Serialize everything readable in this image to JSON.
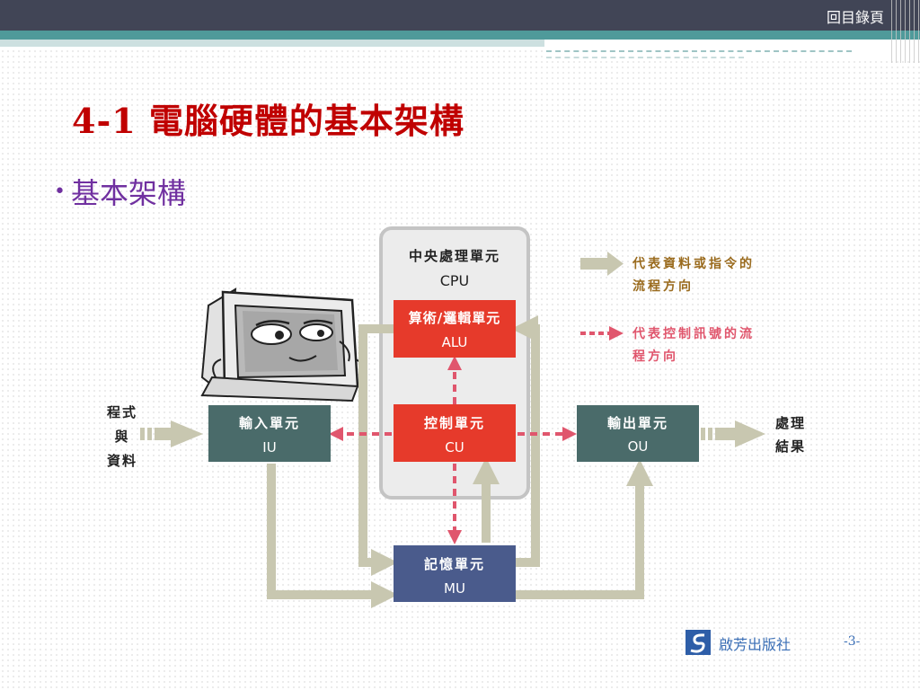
{
  "header": {
    "home_link": "回目錄頁"
  },
  "slide": {
    "title": "4-1 電腦硬體的基本架構",
    "bullet": "基本架構"
  },
  "diagram": {
    "cpu": {
      "label": "中央處理單元",
      "abbr": "CPU"
    },
    "alu": {
      "label": "算術/邏輯單元",
      "abbr": "ALU"
    },
    "cu": {
      "label": "控制單元",
      "abbr": "CU"
    },
    "iu": {
      "label": "輸入單元",
      "abbr": "IU"
    },
    "ou": {
      "label": "輸出單元",
      "abbr": "OU"
    },
    "mu": {
      "label": "記憶單元",
      "abbr": "MU"
    },
    "input_lines": [
      "程式",
      "與",
      "資料"
    ],
    "output_lines": [
      "處理",
      "結果"
    ],
    "legend": {
      "data_flow": [
        "代表資料或指令的",
        "流程方向"
      ],
      "control_flow": [
        "代表控制訊號的流",
        "程方向"
      ]
    },
    "colors": {
      "red_unit": "#e63a2b",
      "teal_unit": "#4a6b6a",
      "blue_unit": "#4a5b8c",
      "data_arrow": "#c8c7b0",
      "control_arrow": "#e0566d"
    }
  },
  "footer": {
    "publisher": "啟芳出版社",
    "page": "-3-"
  }
}
